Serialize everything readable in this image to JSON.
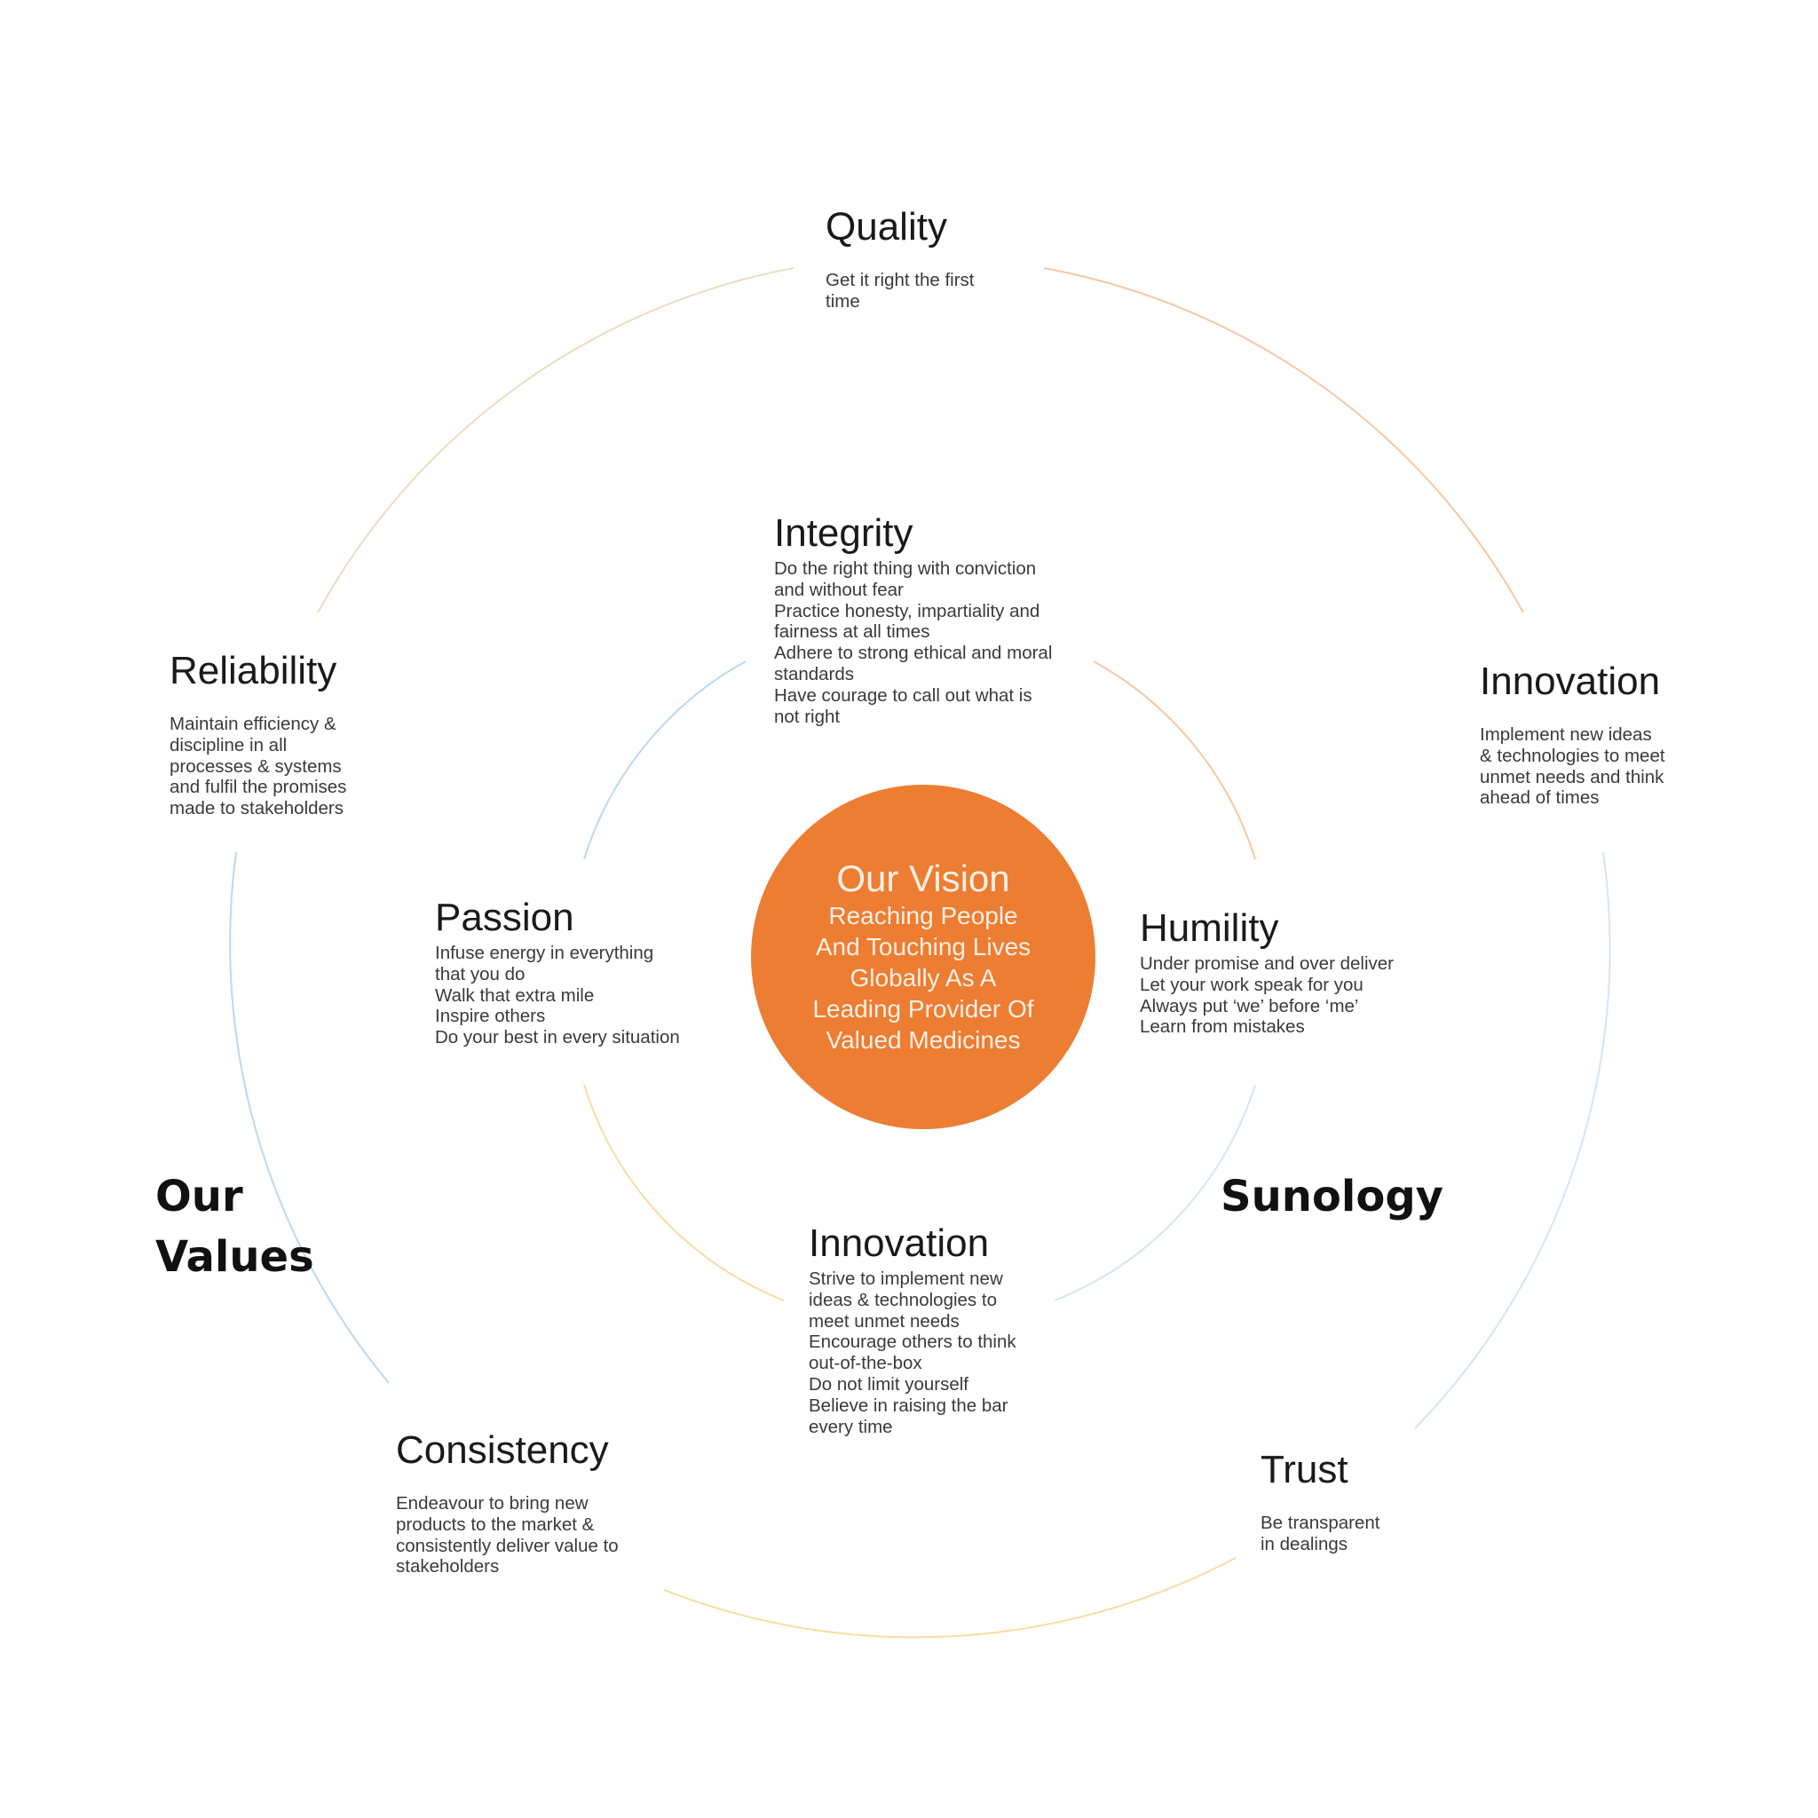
{
  "headings": {
    "left": [
      "Our",
      "Values"
    ],
    "right": "Sunology"
  },
  "vision": {
    "title": "Our Vision",
    "lines": [
      "Reaching People",
      "And Touching Lives",
      "Globally As A",
      "Leading Provider Of",
      "Valued Medicines"
    ]
  },
  "outer_values": [
    {
      "key": "quality",
      "title": "Quality",
      "lines": [
        "Get it right the first",
        "time"
      ]
    },
    {
      "key": "innovation-outer",
      "title": "Innovation",
      "lines": [
        "Implement new ideas",
        "& technologies to meet",
        "unmet needs and think",
        "ahead of times"
      ]
    },
    {
      "key": "trust",
      "title": "Trust",
      "lines": [
        "Be transparent",
        "in dealings"
      ]
    },
    {
      "key": "consistency",
      "title": "Consistency",
      "lines": [
        "Endeavour to bring new",
        "products to the market &",
        "consistently deliver value to",
        "stakeholders"
      ]
    },
    {
      "key": "reliability",
      "title": "Reliability",
      "lines": [
        "Maintain efficiency &",
        "discipline in all",
        "processes & systems",
        "and fulfil the promises",
        "made to stakeholders"
      ]
    }
  ],
  "inner_values": [
    {
      "key": "integrity",
      "title": "Integrity",
      "lines": [
        "Do the right thing with conviction",
        "and without fear",
        "Practice honesty, impartiality and",
        "fairness at all times",
        "Adhere to strong ethical and moral",
        "standards",
        "Have courage to call out what is",
        "not right"
      ]
    },
    {
      "key": "humility",
      "title": "Humility",
      "lines": [
        "Under promise and over deliver",
        "Let your work speak for you",
        "Always put ‘we’ before ‘me’",
        "Learn from mistakes"
      ]
    },
    {
      "key": "innovation-inner",
      "title": "Innovation",
      "lines": [
        "Strive to implement new",
        "ideas & technologies to",
        "meet unmet needs",
        "Encourage others to think",
        "out-of-the-box",
        "Do not limit yourself",
        "Believe in raising the bar",
        "every time"
      ]
    },
    {
      "key": "passion",
      "title": "Passion",
      "lines": [
        "Infuse energy in everything",
        "that you do",
        "Walk that extra mile",
        "Inspire others",
        "Do your best in every situation"
      ]
    }
  ],
  "colors": {
    "vision_fill": "#ec7d32",
    "ring_orange": "#f6c7a3",
    "ring_blue": "#bcd8f0",
    "ring_yellow": "#f9dca2",
    "ring_tan": "#ecdcc0"
  }
}
